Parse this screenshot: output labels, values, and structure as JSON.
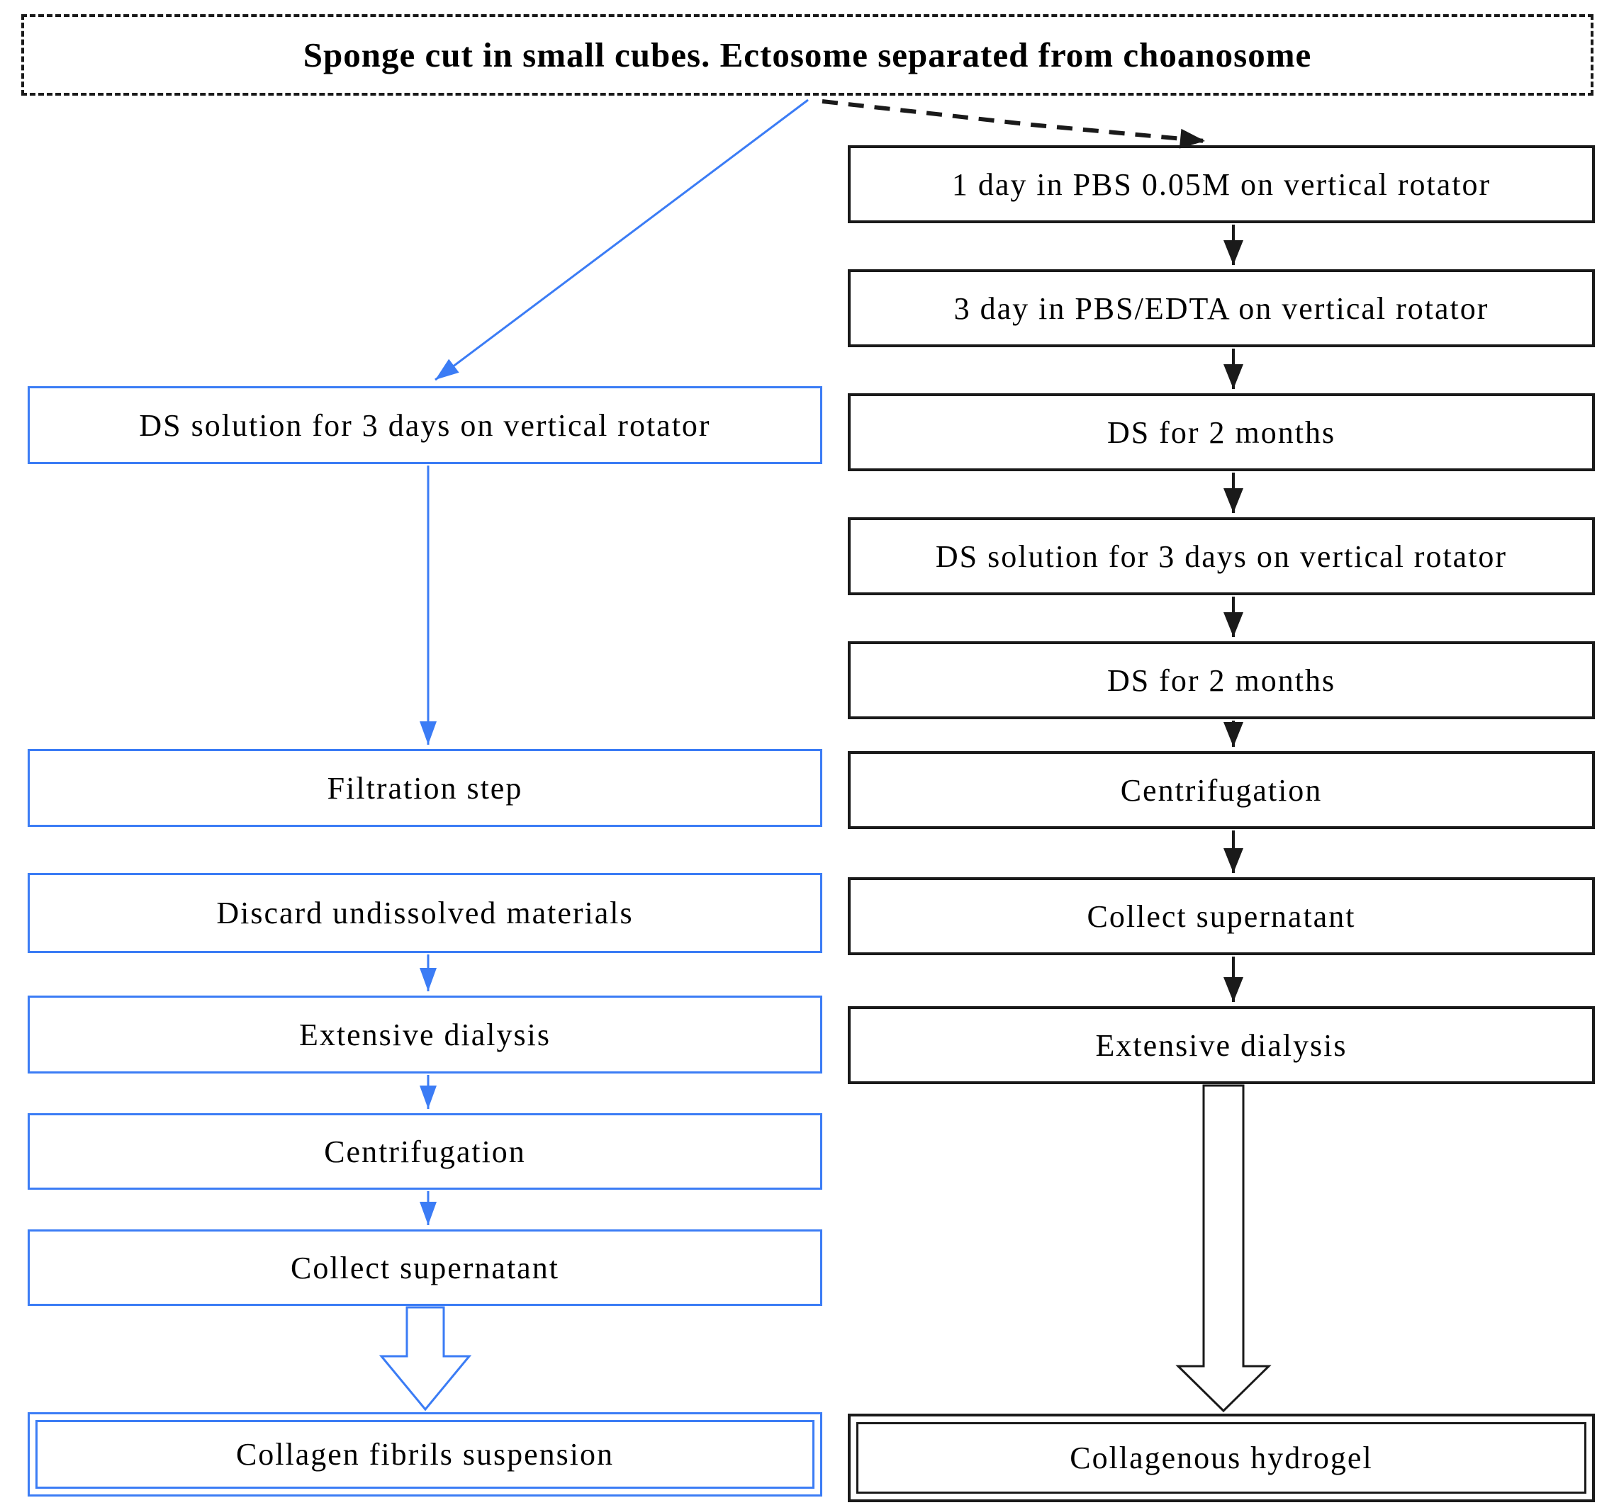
{
  "diagram": {
    "title": "Sponge cut in small cubes. Ectosome separated from choanosome",
    "left_branch": {
      "accent_color": "#3b7cf5",
      "steps": [
        "DS solution for 3 days on vertical rotator",
        "Filtration step",
        "Discard undissolved materials",
        "Extensive dialysis",
        "Centrifugation",
        "Collect supernatant"
      ],
      "result": "Collagen fibrils suspension"
    },
    "right_branch": {
      "accent_color": "#1a1a1a",
      "steps": [
        "1 day in PBS 0.05M on vertical rotator",
        "3 day in PBS/EDTA on vertical rotator",
        "DS for 2 months",
        "DS solution for 3 days on vertical rotator",
        "DS for 2 months",
        "Centrifugation",
        "Collect supernatant",
        "Extensive dialysis"
      ],
      "result": "Collagenous hydrogel"
    }
  }
}
